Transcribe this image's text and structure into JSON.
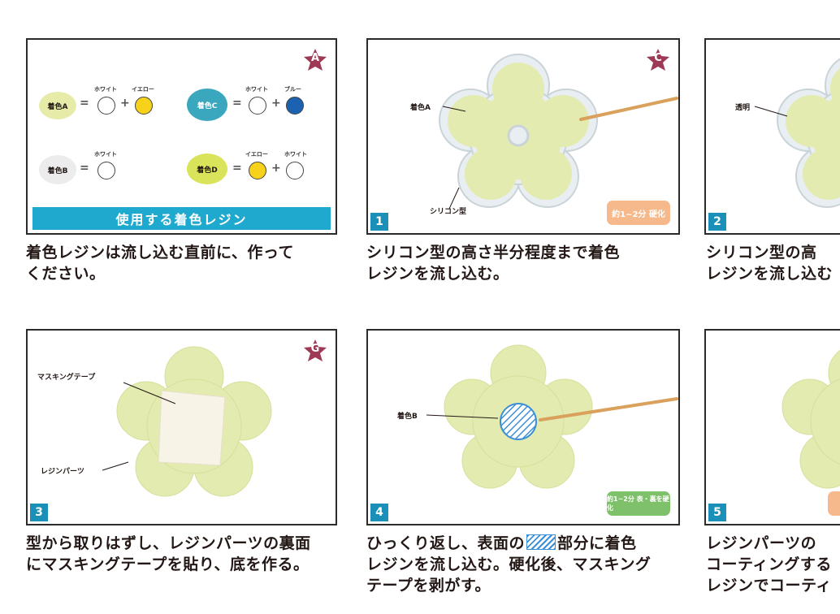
{
  "colors": {
    "accent": "#1fa9cf",
    "step": "#1a8fb8",
    "star": "#9e3a55",
    "resin": "#e4ebb0",
    "time_a": "#f5b98c",
    "time_b": "#7fc06a",
    "yellow": "#f6d21a",
    "blue": "#1b63b0",
    "teal": "#3aa7bf"
  },
  "panel_a": {
    "star": "A",
    "labels": {
      "a": "着色A",
      "b": "着色B",
      "c": "着色C",
      "d": "着色D"
    },
    "white": "ホワイト",
    "yellow": "イエロー",
    "blue": "ブルー",
    "title": "使用する着色レジン",
    "caption": [
      "着色レジンは流し込む直前に、作って",
      "ください。"
    ]
  },
  "panel_1": {
    "star": "C",
    "step": "1",
    "callout_color": "着色A",
    "callout_mold": "シリコン型",
    "time": "約1~2分 硬化",
    "caption": [
      "シリコン型の高さ半分程度まで着色",
      "レジンを流し込む。"
    ]
  },
  "panel_2": {
    "step": "2",
    "callout": "透明",
    "caption": [
      "シリコン型の高",
      "レジンを流し込む"
    ]
  },
  "panel_3": {
    "star": "G",
    "step": "3",
    "callout_tape": "マスキングテープ",
    "callout_part": "レジンパーツ",
    "caption": [
      "型から取りはずし、レジンパーツの裏面",
      "にマスキングテープを貼り、底を作る。"
    ]
  },
  "panel_4": {
    "step": "4",
    "callout": "着色B",
    "time": "約1~2分 表・裏を硬化",
    "caption": [
      "ひっくり返し、表面の",
      "部分に着色",
      "レジンを流し込む。硬化後、マスキング",
      "テープを剥がす。"
    ]
  },
  "panel_5": {
    "step": "5",
    "caption": [
      "レジンパーツの",
      "コーティングする",
      "レジンでコーティ"
    ]
  }
}
